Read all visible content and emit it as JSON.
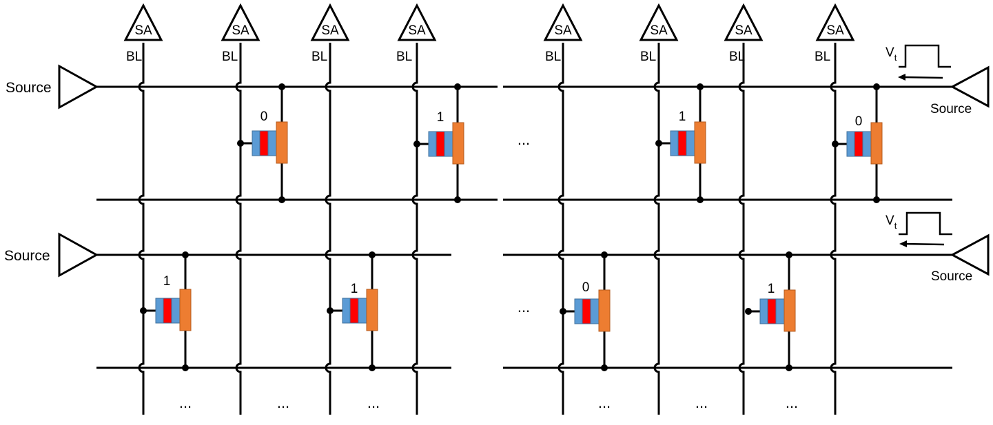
{
  "labels": {
    "sense_amp": "SA",
    "bitline": "BL",
    "source": "Source",
    "ellipsis": "...",
    "pulse_v": "V",
    "pulse_sub": "t"
  },
  "cells": [
    {
      "bit": "0"
    },
    {
      "bit": "1"
    },
    {
      "bit": "1"
    },
    {
      "bit": "0"
    },
    {
      "bit": "1"
    },
    {
      "bit": "1"
    },
    {
      "bit": "0"
    },
    {
      "bit": "1"
    }
  ],
  "colors": {
    "line": "#000000",
    "cell_body": "#5b9bd5",
    "cell_ferro": "#ff0000",
    "cell_channel": "#ed7d31",
    "cell_edge": "#41719c"
  }
}
